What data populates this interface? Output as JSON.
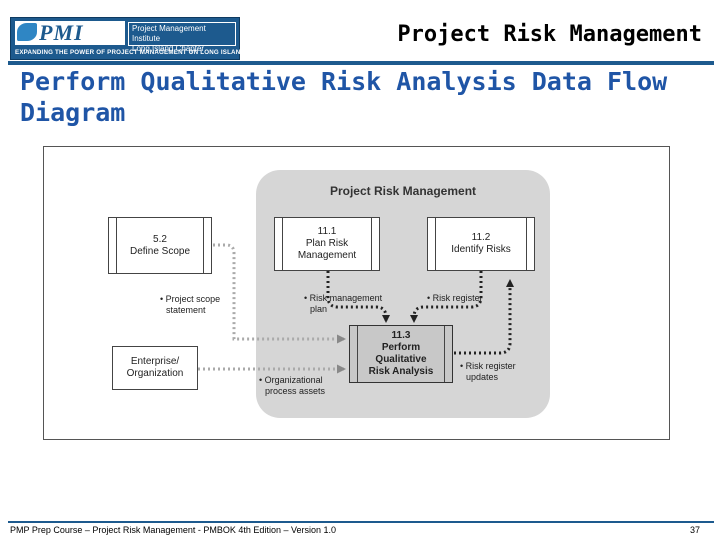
{
  "logo": {
    "mark": "PMI",
    "name_line1": "Project Management Institute",
    "name_line2": "Long Island Chapter",
    "tagline": "EXPANDING THE POWER OF PROJECT MANAGEMENT ON LONG ISLAND"
  },
  "header": {
    "title": "Project Risk Management"
  },
  "slide": {
    "title": "Perform Qualitative Risk Analysis Data Flow Diagram"
  },
  "diagram": {
    "panel_title": "Project Risk Management",
    "processes": [
      {
        "line1": "5.2",
        "line2": "Define Scope",
        "line3": ""
      },
      {
        "line1": "11.1",
        "line2": "Plan Risk",
        "line3": "Management"
      },
      {
        "line1": "11.2",
        "line2": "Identify Risks",
        "line3": ""
      },
      {
        "line1": "11.3",
        "line2": "Perform",
        "line3": "Qualitative",
        "line4": "Risk Analysis"
      }
    ],
    "external": {
      "line1": "Enterprise/",
      "line2": "Organization"
    },
    "flows": {
      "project_scope_1": "• Project scope",
      "project_scope_2": "statement",
      "risk_mgmt_plan_1": "• Risk management",
      "risk_mgmt_plan_2": "plan",
      "risk_register": "• Risk register",
      "rr_updates_1": "• Risk register",
      "rr_updates_2": "updates",
      "org_assets_1": "• Organizational",
      "org_assets_2": "process assets"
    }
  },
  "footer": {
    "text": "PMP Prep Course – Project Risk Management - PMBOK 4th Edition – Version 1.0",
    "page": "37"
  }
}
